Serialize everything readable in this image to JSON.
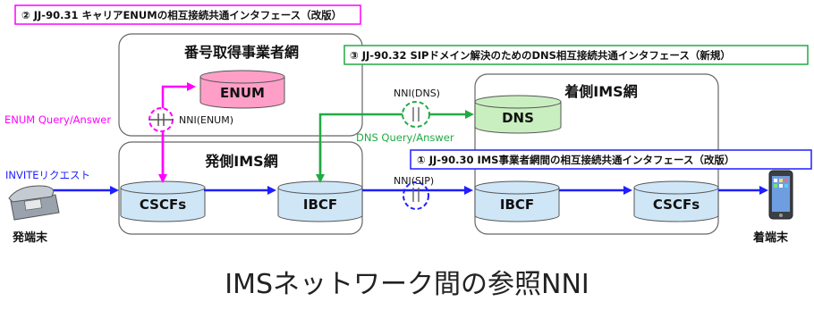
{
  "labels": {
    "std_enum": "② JJ-90.31 キャリアENUMの相互接続共通インタフェース（改版）",
    "std_dns": "③ JJ-90.32 SIPドメイン解決のためのDNS相互接続共通インタフェース（新規）",
    "std_ims": "① JJ-90.30 IMS事業者網間の相互接続共通インタフェース（改版）",
    "net_number": "番号取得事業者網",
    "net_term": "着側IMS網",
    "net_orig": "発側IMS網",
    "db_enum": "ENUM",
    "db_dns": "DNS",
    "db_cscf_left": "CSCFs",
    "db_ibcf_left": "IBCF",
    "db_ibcf_right": "IBCF",
    "db_cscf_right": "CSCFs",
    "nni_enum": "NNI(ENUM)",
    "nni_dns": "NNI(DNS)",
    "nni_sip": "NNI(SIP)",
    "enum_query": "ENUM Query/Answer",
    "dns_query": "DNS Query/Answer",
    "invite": "INVITEリクエスト",
    "orig_terminal": "発端末",
    "term_terminal": "着端末",
    "main_title": "IMSネットワーク間の参照NNI"
  },
  "colors": {
    "enum": "#ff00ff",
    "dns": "#22aa44",
    "sip": "#1f1fff",
    "cylinder_blue": "#cfe6f7",
    "cylinder_pink": "#ff9fc8",
    "cylinder_green": "#c9efc0"
  },
  "icons": {
    "orig_terminal": "desk-phone-icon",
    "term_terminal": "smartphone-icon"
  }
}
